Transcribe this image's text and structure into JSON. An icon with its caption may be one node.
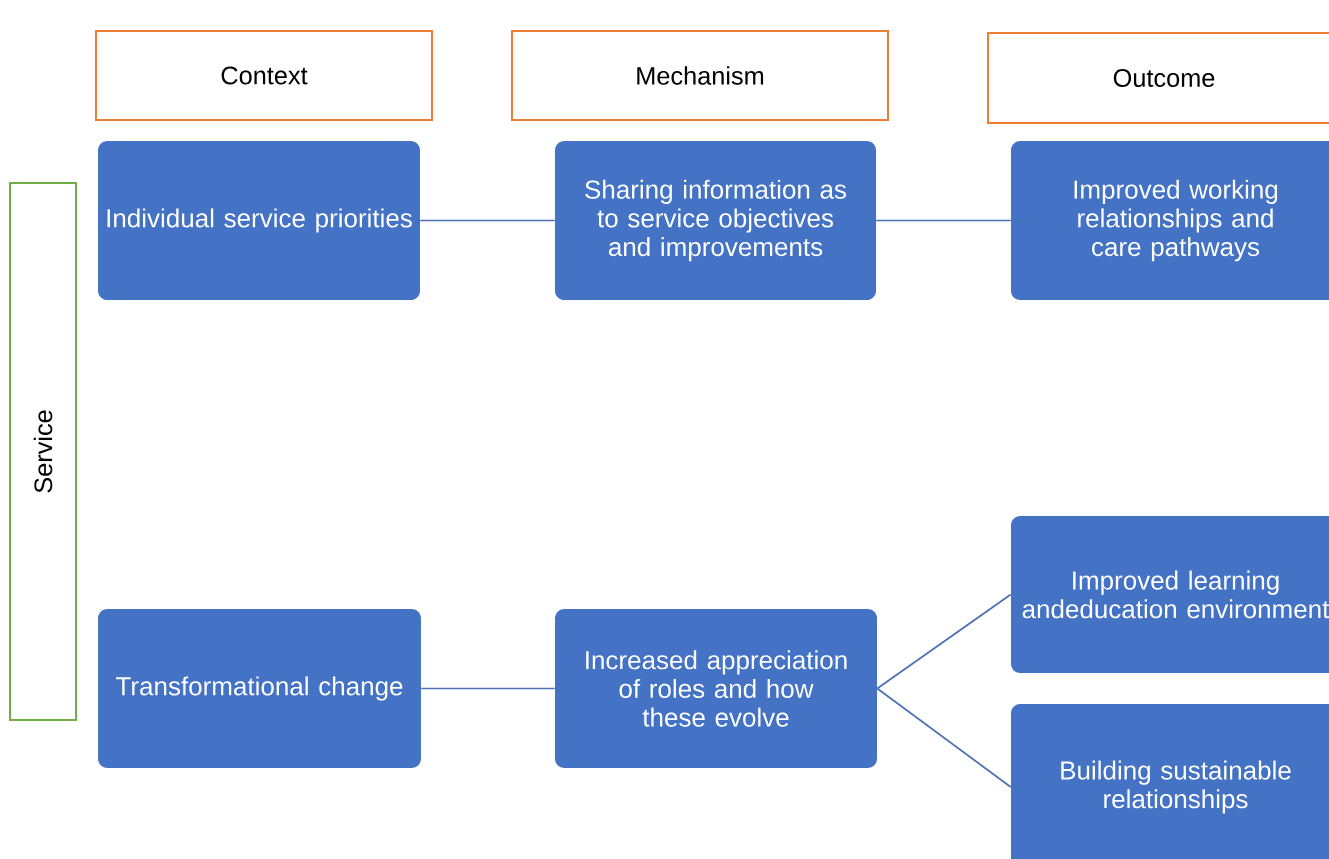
{
  "diagram": {
    "nodes": [
      {
        "text": [
          "Context"
        ]
      },
      {
        "text": [
          "Mechanism"
        ]
      },
      {
        "text": [
          "Outcome"
        ]
      },
      {
        "text": [
          "Service"
        ]
      },
      {
        "text": [
          "Individual service priorities"
        ]
      },
      {
        "text": [
          "Sharing information as to service objectives and improvements"
        ]
      },
      {
        "text": [
          "Improved working relationships and care pathways"
        ]
      },
      {
        "text": [
          "Transformational change"
        ]
      },
      {
        "text": [
          "Increased appreciation of roles and how these evolve"
        ]
      },
      {
        "text": [
          "Improved learning andeducation environment"
        ]
      },
      {
        "text": [
          "Building sustainable relationships"
        ]
      }
    ],
    "edges": [
      {
        "from": 4,
        "to": 5,
        "arrow": "none"
      },
      {
        "from": 5,
        "to": 6,
        "arrow": "none"
      },
      {
        "from": 7,
        "to": 8,
        "arrow": "none"
      },
      {
        "from": 8,
        "to": 9,
        "arrow": "none"
      },
      {
        "from": 8,
        "to": 10,
        "arrow": "none"
      }
    ]
  }
}
